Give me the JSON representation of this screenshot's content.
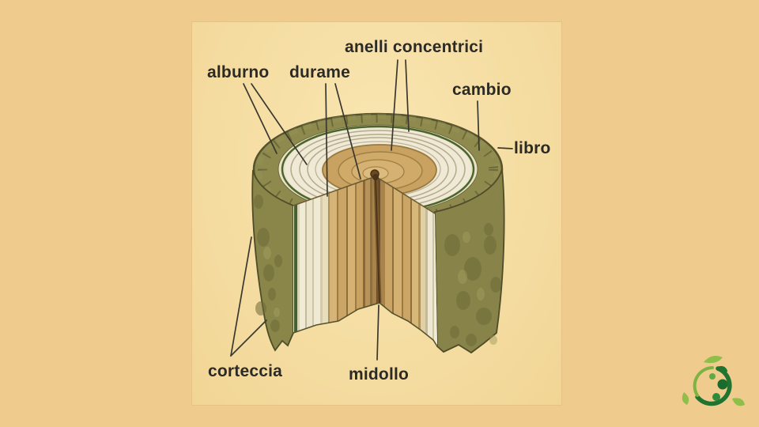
{
  "page": {
    "background": "#efcb8e",
    "panel_background": "#f5dda2"
  },
  "diagram": {
    "labels": {
      "anelli_concentrici": "anelli concentrici",
      "alburno": "alburno",
      "durame": "durame",
      "cambio": "cambio",
      "libro": "libro",
      "corteccia": "corteccia",
      "midollo": "midollo"
    },
    "colors": {
      "bark_olive": "#8a864a",
      "sapwood_white": "#efe9d5",
      "heartwood_tan": "#c9a262",
      "cambium_green": "#4c652f",
      "pith_brown": "#6b4822",
      "label_text": "#2b2a26"
    }
  },
  "logo": {
    "name": "green-leaf-circle-logo",
    "colors": {
      "dark_green": "#20742f",
      "mid_green": "#2e8a3c",
      "light_green": "#8fbf4a"
    }
  }
}
